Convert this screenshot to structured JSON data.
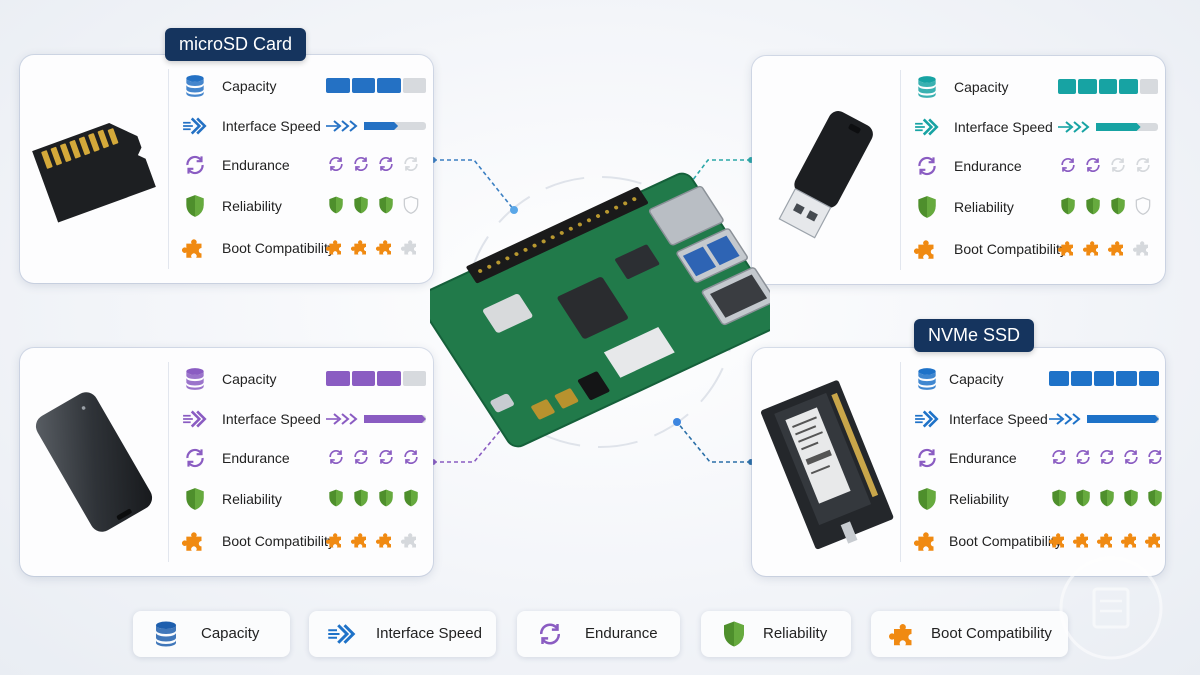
{
  "colors": {
    "navy": "#15345e",
    "microsd": "#2471c4",
    "usb": "#17a3a3",
    "ssd": "#8a5cc2",
    "nvme": "#1e72c8",
    "reliability": "#4e8f2c",
    "boot": "#f08a12",
    "empty": "#d7dade"
  },
  "cards": [
    {
      "id": "microsd",
      "title": "microSD Card",
      "accent": "#2471c4",
      "metrics": [
        {
          "label": "Capacity",
          "icon": "database-icon",
          "level": 3,
          "max": 4
        },
        {
          "label": "Interface Speed",
          "icon": "speed-arrows-icon",
          "level": 0.55
        },
        {
          "label": "Endurance",
          "icon": "cycle-icon",
          "level": 3,
          "max": 4
        },
        {
          "label": "Reliability",
          "icon": "shield-icon",
          "level": 3,
          "max": 4
        },
        {
          "label": "Boot Compatibility",
          "icon": "puzzle-icon",
          "level": 3,
          "max": 4
        }
      ]
    },
    {
      "id": "usb-flash",
      "title": "",
      "accent": "#17a3a3",
      "metrics": [
        {
          "label": "Capacity",
          "icon": "database-icon",
          "level": 4,
          "max": 5
        },
        {
          "label": "Interface Speed",
          "icon": "speed-arrows-icon",
          "level": 0.72
        },
        {
          "label": "Endurance",
          "icon": "cycle-icon",
          "level": 2,
          "max": 4
        },
        {
          "label": "Reliability",
          "icon": "shield-icon",
          "level": 3,
          "max": 4
        },
        {
          "label": "Boot Compatibility",
          "icon": "puzzle-icon",
          "level": 3,
          "max": 4
        }
      ]
    },
    {
      "id": "usb-ssd",
      "title": "",
      "accent": "#8a5cc2",
      "metrics": [
        {
          "label": "Capacity",
          "icon": "database-icon",
          "level": 3,
          "max": 4
        },
        {
          "label": "Interface Speed",
          "icon": "speed-arrows-icon",
          "level": 1.0
        },
        {
          "label": "Endurance",
          "icon": "cycle-icon",
          "level": 4,
          "max": 4
        },
        {
          "label": "Reliability",
          "icon": "shield-icon",
          "level": 4,
          "max": 4
        },
        {
          "label": "Boot Compatibility",
          "icon": "puzzle-icon",
          "level": 3,
          "max": 4
        }
      ]
    },
    {
      "id": "nvme",
      "title": "NVMe SSD",
      "accent": "#1e72c8",
      "metrics": [
        {
          "label": "Capacity",
          "icon": "database-icon",
          "level": 5,
          "max": 5
        },
        {
          "label": "Interface Speed",
          "icon": "speed-arrows-icon",
          "level": 1.0
        },
        {
          "label": "Endurance",
          "icon": "cycle-icon",
          "level": 5,
          "max": 5
        },
        {
          "label": "Reliability",
          "icon": "shield-icon",
          "level": 5,
          "max": 5
        },
        {
          "label": "Boot Compatibility",
          "icon": "puzzle-icon",
          "level": 5,
          "max": 5
        }
      ]
    }
  ],
  "legend": [
    {
      "label": "Capacity",
      "icon": "database-icon",
      "color": "#1e5fae"
    },
    {
      "label": "Interface Speed",
      "icon": "speed-arrows-icon",
      "color": "#1e72c8"
    },
    {
      "label": "Endurance",
      "icon": "cycle-icon",
      "color": "#8a5cc2"
    },
    {
      "label": "Reliability",
      "icon": "shield-icon",
      "color": "#4e8f2c"
    },
    {
      "label": "Boot Compatibility",
      "icon": "puzzle-icon",
      "color": "#f08a12"
    }
  ],
  "center": {
    "board": "raspberry-pi-board"
  }
}
